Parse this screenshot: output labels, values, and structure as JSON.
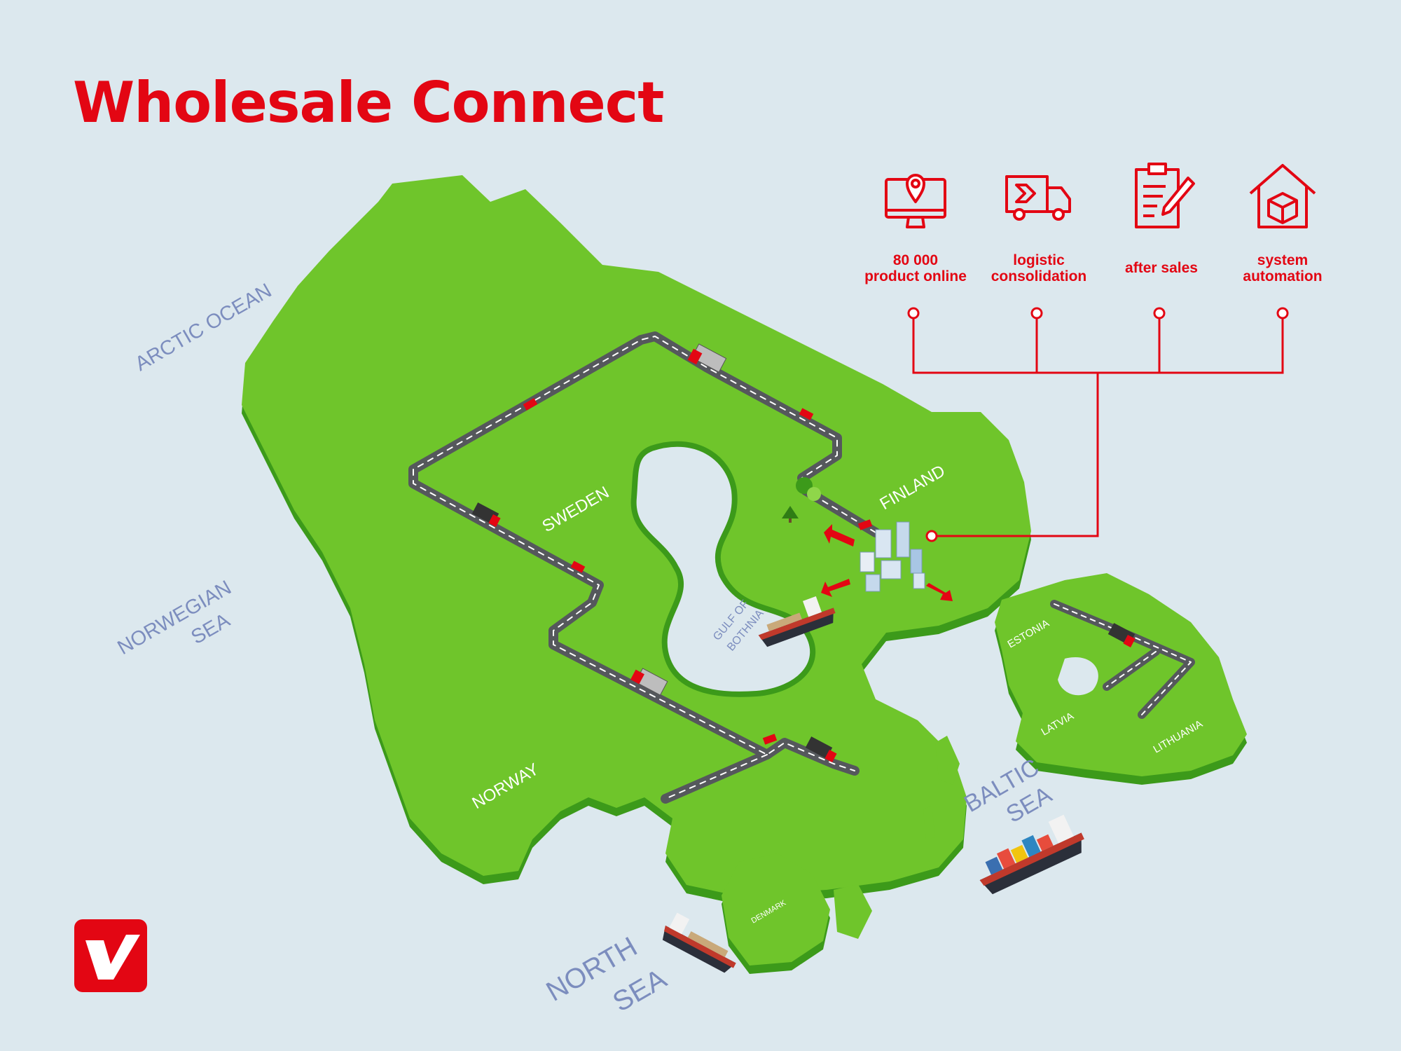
{
  "title": "Wholesale Connect",
  "colors": {
    "brand_red": "#e30613",
    "land_green": "#6fc52b",
    "land_shadow": "#3c9a1a",
    "sea": "#dce8ee",
    "sea_label": "#7c8dbe",
    "road": "#55585c"
  },
  "features": [
    {
      "icon": "computer-location-icon",
      "label": "80 000\nproduct online"
    },
    {
      "icon": "delivery-truck-icon",
      "label": "logistic\nconsolidation"
    },
    {
      "icon": "clipboard-pen-icon",
      "label": "after sales"
    },
    {
      "icon": "house-box-icon",
      "label": "system\nautomation"
    }
  ],
  "seas": {
    "arctic": "ARCTIC OCEAN",
    "norwegian_1": "NORWEGIAN",
    "norwegian_2": "SEA",
    "gulf_1": "GULF OF",
    "gulf_2": "BOTHNIA",
    "baltic_1": "BALTIC",
    "baltic_2": "SEA",
    "north_1": "NORTH",
    "north_2": "SEA"
  },
  "countries": {
    "sweden": "SWEDEN",
    "finland": "FINLAND",
    "norway": "NORWAY",
    "estonia": "ESTONIA",
    "latvia": "LATVIA",
    "lithuania": "LITHUANIA",
    "denmark": "DENMARK"
  },
  "logo": {
    "icon": "v-letter-logo-icon"
  }
}
